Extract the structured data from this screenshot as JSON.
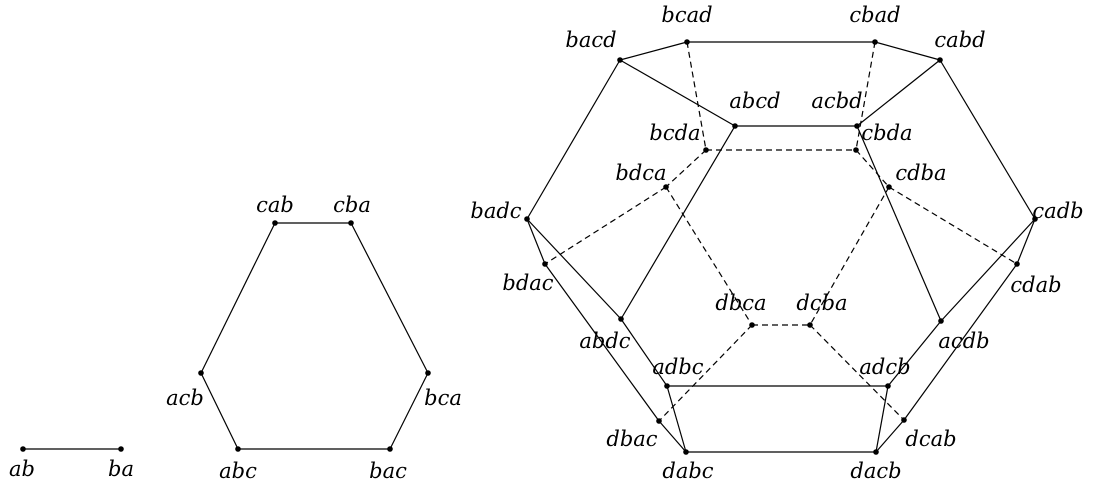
{
  "diagrams": [
    {
      "id": "order-2",
      "nodes": [
        "ab",
        "ba"
      ],
      "edges": [
        [
          "ab",
          "ba",
          "solid"
        ]
      ]
    },
    {
      "id": "order-3",
      "nodes": [
        "cab",
        "cba",
        "bca",
        "bac",
        "abc",
        "acb"
      ],
      "edges": [
        [
          "cab",
          "cba",
          "solid"
        ],
        [
          "cba",
          "bca",
          "solid"
        ],
        [
          "bca",
          "bac",
          "solid"
        ],
        [
          "bac",
          "abc",
          "solid"
        ],
        [
          "abc",
          "acb",
          "solid"
        ],
        [
          "acb",
          "cab",
          "solid"
        ]
      ]
    },
    {
      "id": "order-4",
      "nodes": [
        "bcad",
        "cbad",
        "bacd",
        "cabd",
        "abcd",
        "acbd",
        "bcda",
        "cbda",
        "bdca",
        "cdba",
        "badc",
        "cadb",
        "bdac",
        "cdab",
        "dbca",
        "dcba",
        "abdc",
        "acdb",
        "adbc",
        "adcb",
        "dbac",
        "dcab",
        "dabc",
        "dacb"
      ],
      "edges": [
        [
          "bacd",
          "bcad",
          "solid"
        ],
        [
          "bcad",
          "cbad",
          "solid"
        ],
        [
          "cbad",
          "cabd",
          "solid"
        ],
        [
          "bacd",
          "abcd",
          "solid"
        ],
        [
          "abcd",
          "acbd",
          "solid"
        ],
        [
          "acbd",
          "cabd",
          "solid"
        ],
        [
          "bacd",
          "badc",
          "solid"
        ],
        [
          "cabd",
          "cadb",
          "solid"
        ],
        [
          "abcd",
          "abdc",
          "solid"
        ],
        [
          "acbd",
          "acdb",
          "solid"
        ],
        [
          "badc",
          "abdc",
          "solid"
        ],
        [
          "badc",
          "bdac",
          "solid"
        ],
        [
          "cadb",
          "acdb",
          "solid"
        ],
        [
          "cadb",
          "cdab",
          "solid"
        ],
        [
          "abdc",
          "adbc",
          "solid"
        ],
        [
          "acdb",
          "adcb",
          "solid"
        ],
        [
          "adbc",
          "adcb",
          "solid"
        ],
        [
          "adbc",
          "dabc",
          "solid"
        ],
        [
          "adcb",
          "dacb",
          "solid"
        ],
        [
          "dabc",
          "dacb",
          "solid"
        ],
        [
          "dabc",
          "dbac",
          "solid"
        ],
        [
          "dacb",
          "dcab",
          "solid"
        ],
        [
          "bdac",
          "dbac",
          "solid"
        ],
        [
          "cdab",
          "dcab",
          "solid"
        ],
        [
          "bcad",
          "bcda",
          "dashed"
        ],
        [
          "cbad",
          "cbda",
          "dashed"
        ],
        [
          "bcda",
          "cbda",
          "dashed"
        ],
        [
          "bcda",
          "bdca",
          "dashed"
        ],
        [
          "cbda",
          "cdba",
          "dashed"
        ],
        [
          "bdca",
          "bdac",
          "dashed"
        ],
        [
          "cdba",
          "cdab",
          "dashed"
        ],
        [
          "bdca",
          "dbca",
          "dashed"
        ],
        [
          "cdba",
          "dcba",
          "dashed"
        ],
        [
          "dbca",
          "dcba",
          "dashed"
        ],
        [
          "dbca",
          "dbac",
          "dashed"
        ],
        [
          "dcba",
          "dcab",
          "dashed"
        ]
      ]
    }
  ]
}
